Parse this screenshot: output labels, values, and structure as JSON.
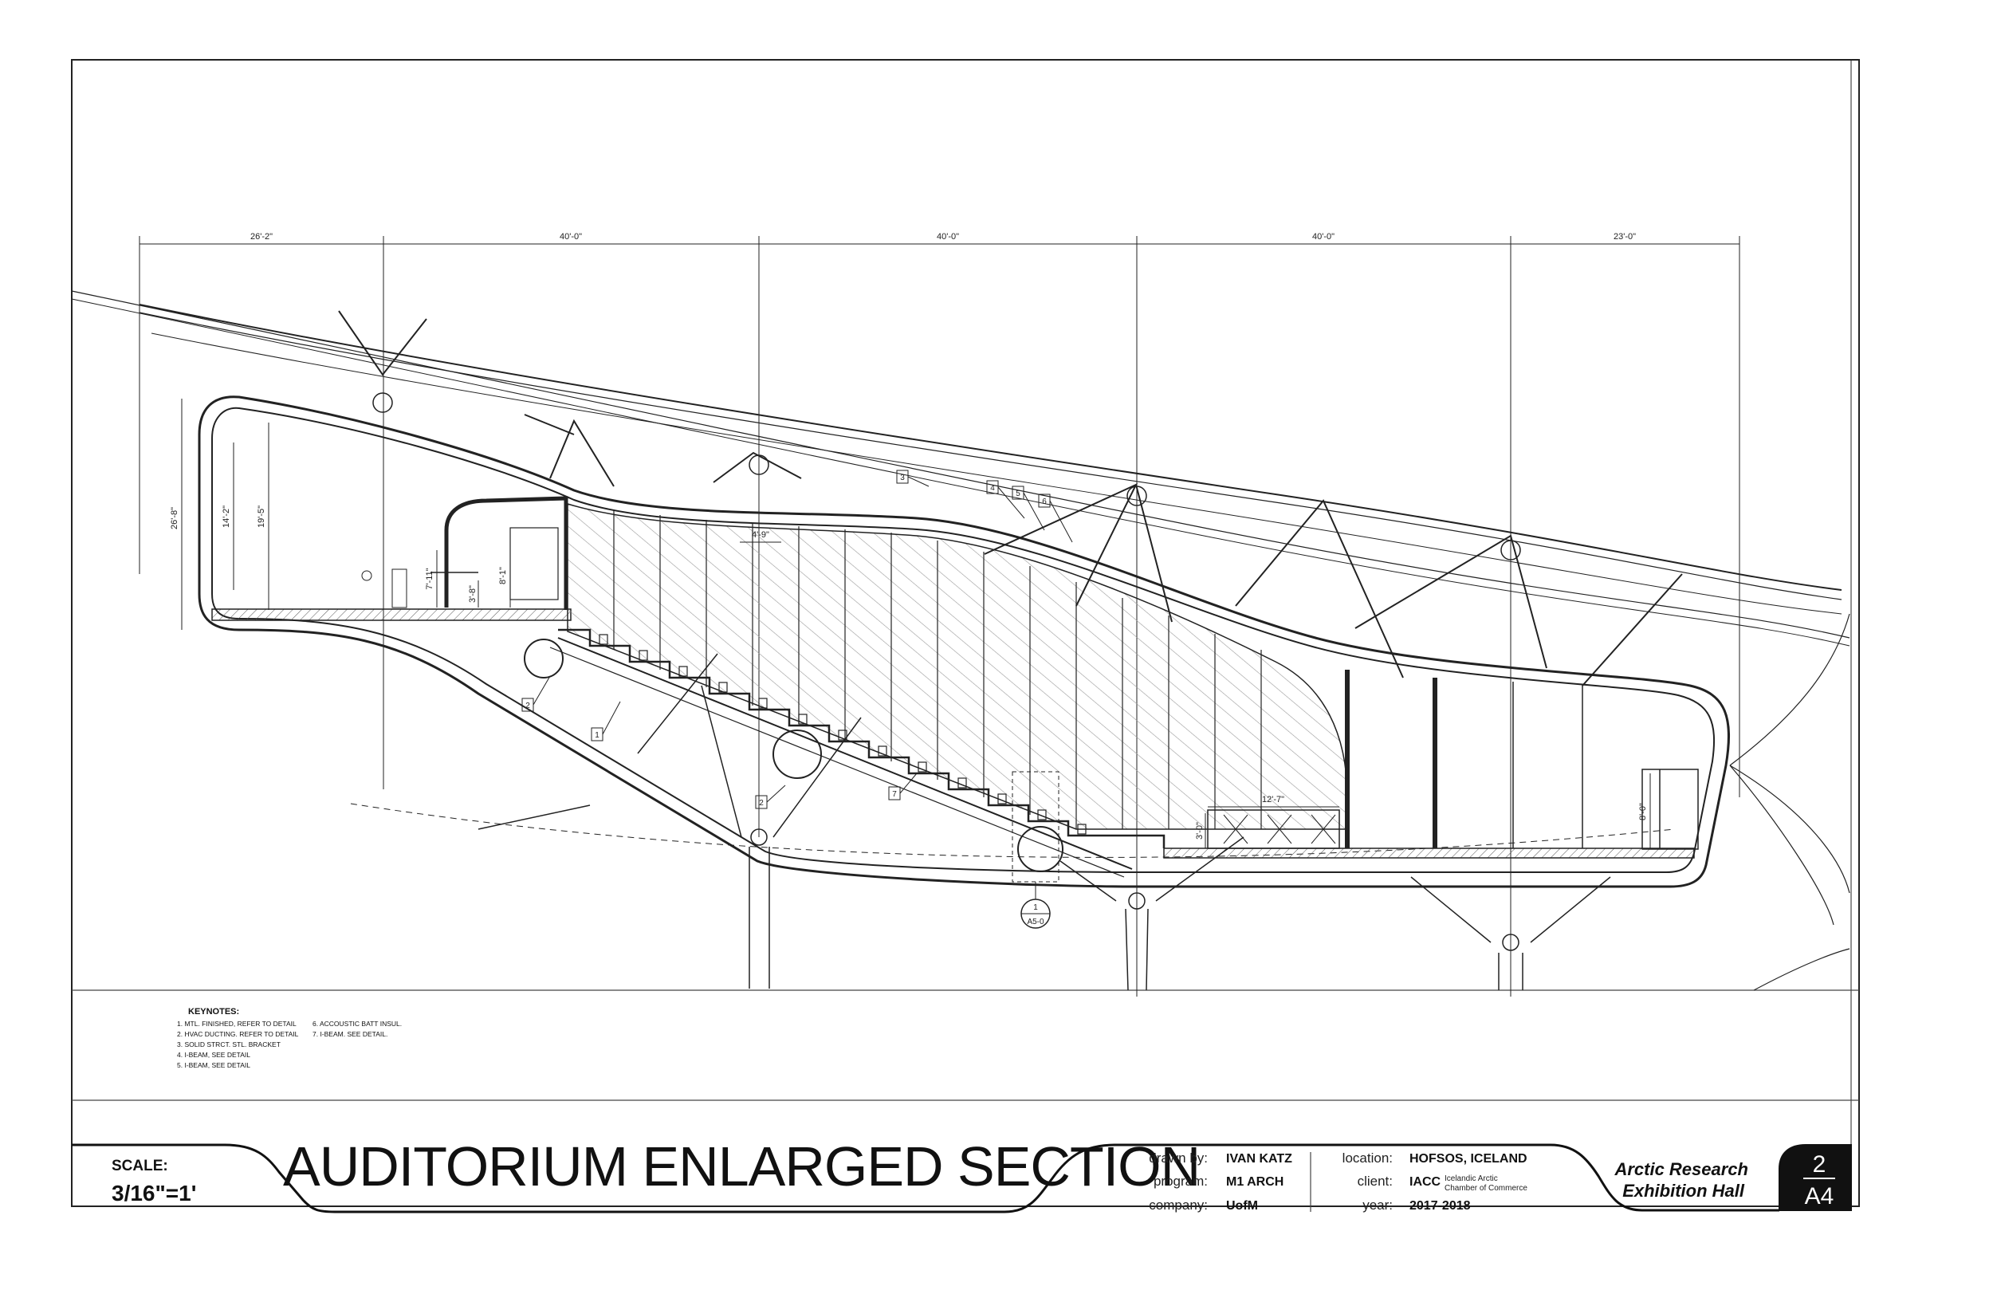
{
  "dimensions": {
    "top": [
      "26'-2\"",
      "40'-0\"",
      "40'-0\"",
      "40'-0\"",
      "23'-0\""
    ],
    "vertical": [
      "26'-8\"",
      "14'-2\"",
      "19'-5\"",
      "7'-11\"",
      "3'-8\"",
      "8'-1\"",
      "4'-9\"",
      "12'-7\"",
      "3'-0\"",
      "8'-0\""
    ]
  },
  "keynote_tags": [
    "1",
    "2",
    "2",
    "3",
    "4",
    "5",
    "6",
    "7"
  ],
  "detail_callout": {
    "number": "1",
    "sheet": "A5-0"
  },
  "keynotes": {
    "heading": "KEYNOTES:",
    "items": [
      "1.  MTL. FINISHED, REFER TO DETAIL",
      "2.  HVAC DUCTING. REFER TO DETAIL",
      "3.  SOLID STRCT. STL. BRACKET",
      "4.  I-BEAM, SEE DETAIL",
      "5.  I-BEAM, SEE DETAIL",
      "6.  ACCOUSTIC BATT INSUL.",
      "7.  I-BEAM. SEE DETAIL."
    ]
  },
  "title_block": {
    "scale_label": "SCALE:",
    "scale_value": "3/16\"=1'",
    "title": "AUDITORIUM ENLARGED SECTION",
    "drawn_by_label": "drawn by:",
    "drawn_by": "IVAN KATZ",
    "program_label": "program:",
    "program": "M1 ARCH",
    "company_label": "company:",
    "company": "UofM",
    "location_label": "location:",
    "location": "HOFSOS, ICELAND",
    "client_label": "client:",
    "client": "IACC",
    "client_full_1": "Icelandic Arctic",
    "client_full_2": "Chamber of Commerce",
    "year_label": "year:",
    "year": "2017-2018",
    "project_line1": "Arctic Research",
    "project_line2": "Exhibition Hall",
    "sheet_number": "2",
    "sheet_id": "A4"
  },
  "colors": {
    "ink": "#111111",
    "background": "#ffffff",
    "hatch": "#9a9a9a"
  }
}
